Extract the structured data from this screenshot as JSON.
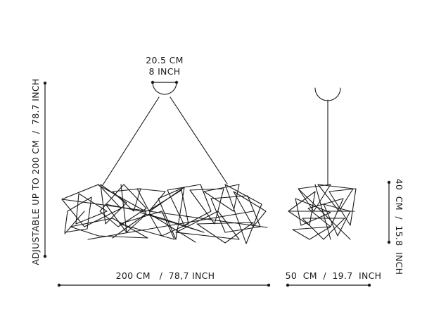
{
  "dimensions": {
    "canopy_cm": "20.5 CM",
    "canopy_inch": "8 INCH",
    "length_label": "200 CM   /  78,7 INCH",
    "depth_label": "50  CM  /  19.7  INCH",
    "drop_label": "ADJUSTABLE UP TO 200 CM  /  78.7 INCH",
    "height_label": "40  CM  /  15.8  INCH"
  },
  "colors": {
    "line": "#1a1a1a",
    "background": "#ffffff"
  }
}
